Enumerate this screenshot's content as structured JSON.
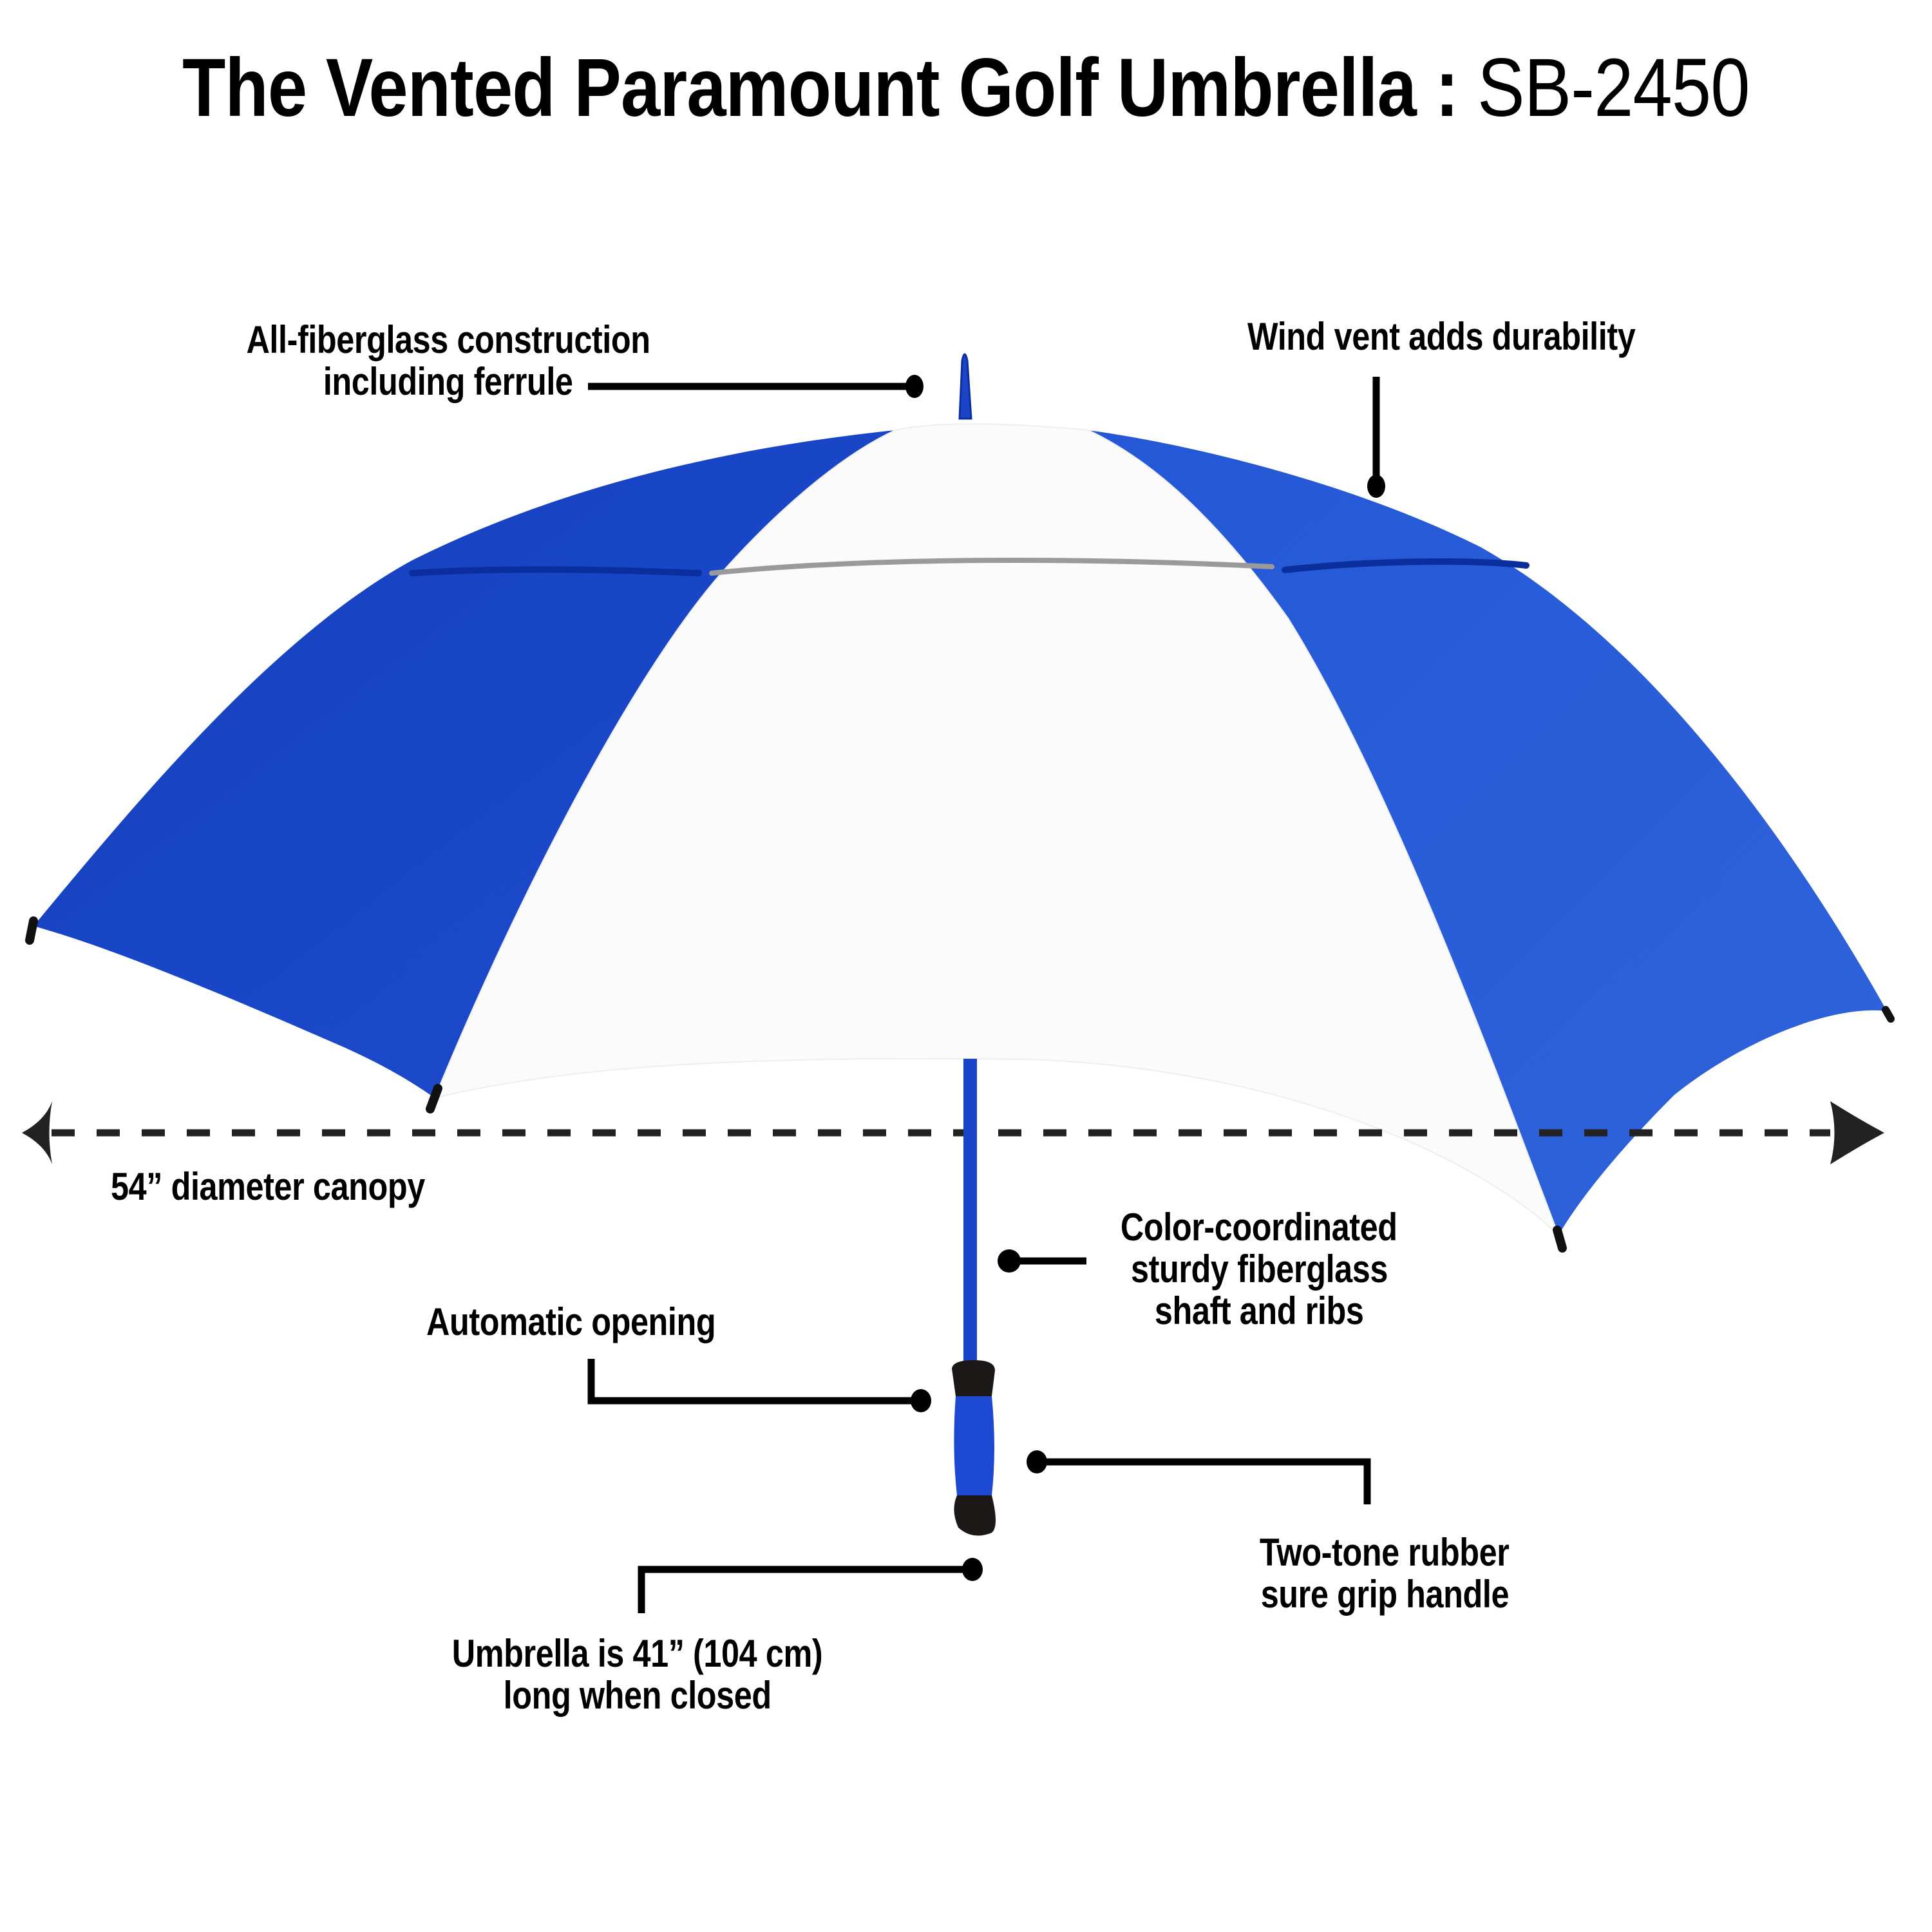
{
  "title": {
    "product_name": "The Vented Paramount Golf Umbrella :",
    "model_number": "SB-2450"
  },
  "colors": {
    "canopy_blue": "#1f4fd0",
    "canopy_blue_shadow": "#0f3bb5",
    "canopy_white": "#fbfbfb",
    "shaft_blue": "#1a45c8",
    "handle_black": "#1c1818",
    "annotation": "#000000",
    "dimension_arrow": "#222222"
  },
  "annotations": {
    "ferrule": {
      "lines": [
        "All-fiberglass construction",
        "including ferrule"
      ]
    },
    "wind_vent": {
      "lines": [
        "Wind vent adds durability"
      ]
    },
    "diameter": {
      "lines": [
        "54” diameter canopy"
      ]
    },
    "shaft": {
      "lines": [
        "Color-coordinated",
        "sturdy fiberglass",
        "shaft and ribs"
      ]
    },
    "automatic": {
      "lines": [
        "Automatic opening"
      ]
    },
    "handle": {
      "lines": [
        "Two-tone rubber",
        "sure grip handle"
      ]
    },
    "length": {
      "lines": [
        "Umbrella is 41” (104 cm)",
        "long when closed"
      ]
    }
  }
}
